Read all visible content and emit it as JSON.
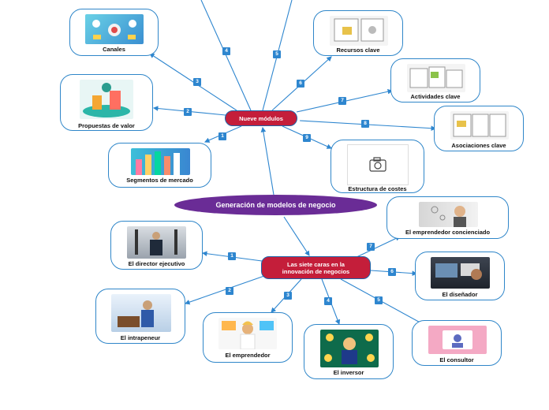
{
  "root_label": "Generación de modelos de negocio",
  "hubs": {
    "modules": "Nueve módulos",
    "faces": "Las siete caras en la innovación de negocios"
  },
  "modules": [
    {
      "num": "1",
      "label": "Segmentos de mercado"
    },
    {
      "num": "2",
      "label": "Propuestas de valor"
    },
    {
      "num": "3",
      "label": "Canales"
    },
    {
      "num": "4",
      "label": ""
    },
    {
      "num": "5",
      "label": ""
    },
    {
      "num": "6",
      "label": "Recursos clave"
    },
    {
      "num": "7",
      "label": "Actividades clave"
    },
    {
      "num": "8",
      "label": "Asociaciones clave"
    },
    {
      "num": "9",
      "label": "Estructura de costes"
    }
  ],
  "faces": [
    {
      "num": "1",
      "label": "El director ejecutivo"
    },
    {
      "num": "2",
      "label": "El intrapeneur"
    },
    {
      "num": "3",
      "label": "El emprendedor"
    },
    {
      "num": "4",
      "label": "El inversor"
    },
    {
      "num": "5",
      "label": "El consultor"
    },
    {
      "num": "6",
      "label": "El diseñador"
    },
    {
      "num": "7",
      "label": "El emprendedor concienciado"
    }
  ],
  "icons": {
    "camera": "camera-icon"
  },
  "colors": {
    "wire": "#2e86cf",
    "hub": "#c41e3a",
    "root": "#6a2c96",
    "badge": "#2e86cf"
  }
}
